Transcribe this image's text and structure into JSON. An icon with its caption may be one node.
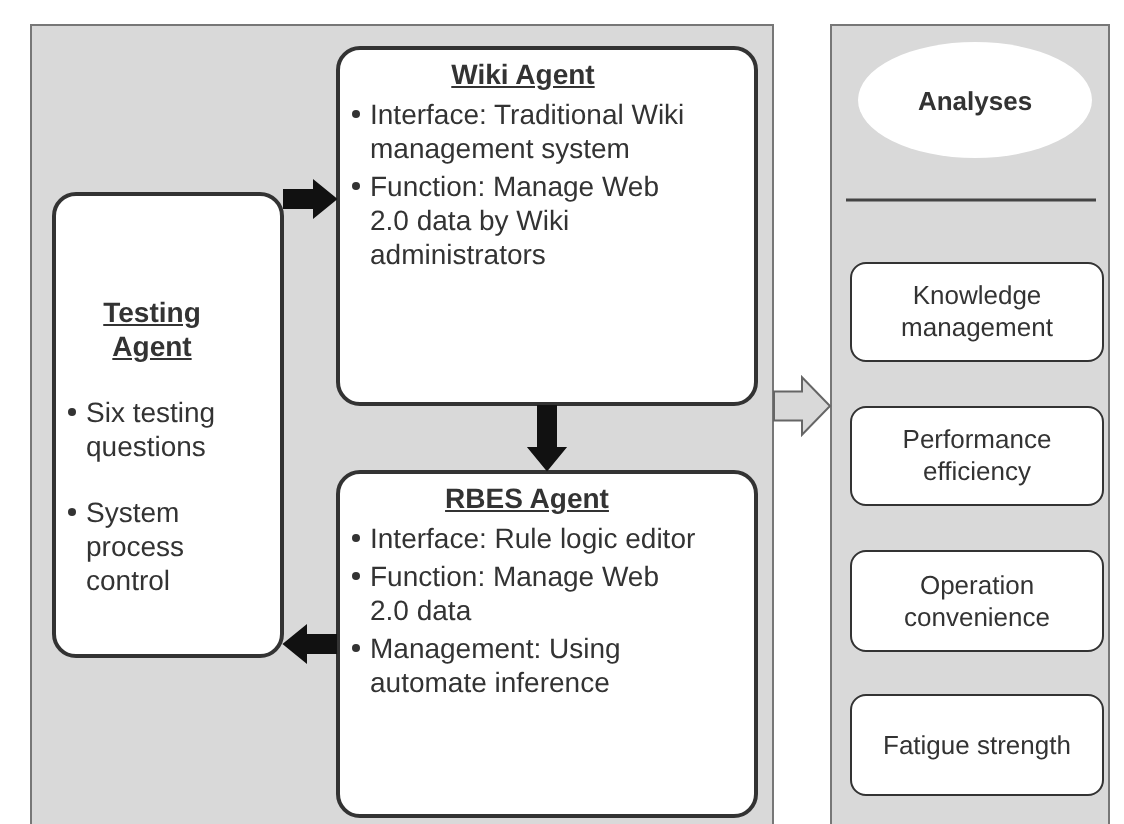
{
  "diagram": {
    "nodes": [
      {
        "text": [],
        "shape": "box"
      },
      {
        "text": [
          "Testing Agent",
          "Six testing questions",
          "System process control"
        ],
        "in": 0
      },
      {
        "text": [
          "Wiki Agent",
          "Interface: Traditional Wiki management system",
          "Function: Manage Web 2.0 data by Wiki administrators"
        ],
        "in": 0
      },
      {
        "text": [
          "RBES Agent",
          "Interface: Rule logic editor",
          "Function: Manage Web 2.0 data",
          "Management: Using automate inference"
        ],
        "in": 0
      },
      {
        "text": [],
        "shape": "box"
      },
      {
        "text": [
          "Analyses"
        ],
        "in": 4
      },
      {
        "text": [
          "Knowledge management"
        ],
        "in": 4
      },
      {
        "text": [
          "Performance efficiency"
        ],
        "in": 4
      },
      {
        "text": [
          "Operation convenience"
        ],
        "in": 4
      },
      {
        "text": [
          "Fatigue strength"
        ],
        "in": 4
      }
    ],
    "edges": [
      {
        "from": 1,
        "to": 2,
        "arrow": "to"
      },
      {
        "from": 2,
        "to": 3,
        "arrow": "to"
      },
      {
        "from": 3,
        "to": 1,
        "arrow": "to"
      },
      {
        "from": 0,
        "to": 4,
        "arrow": "to",
        "color": "#d9d9d9"
      }
    ]
  }
}
